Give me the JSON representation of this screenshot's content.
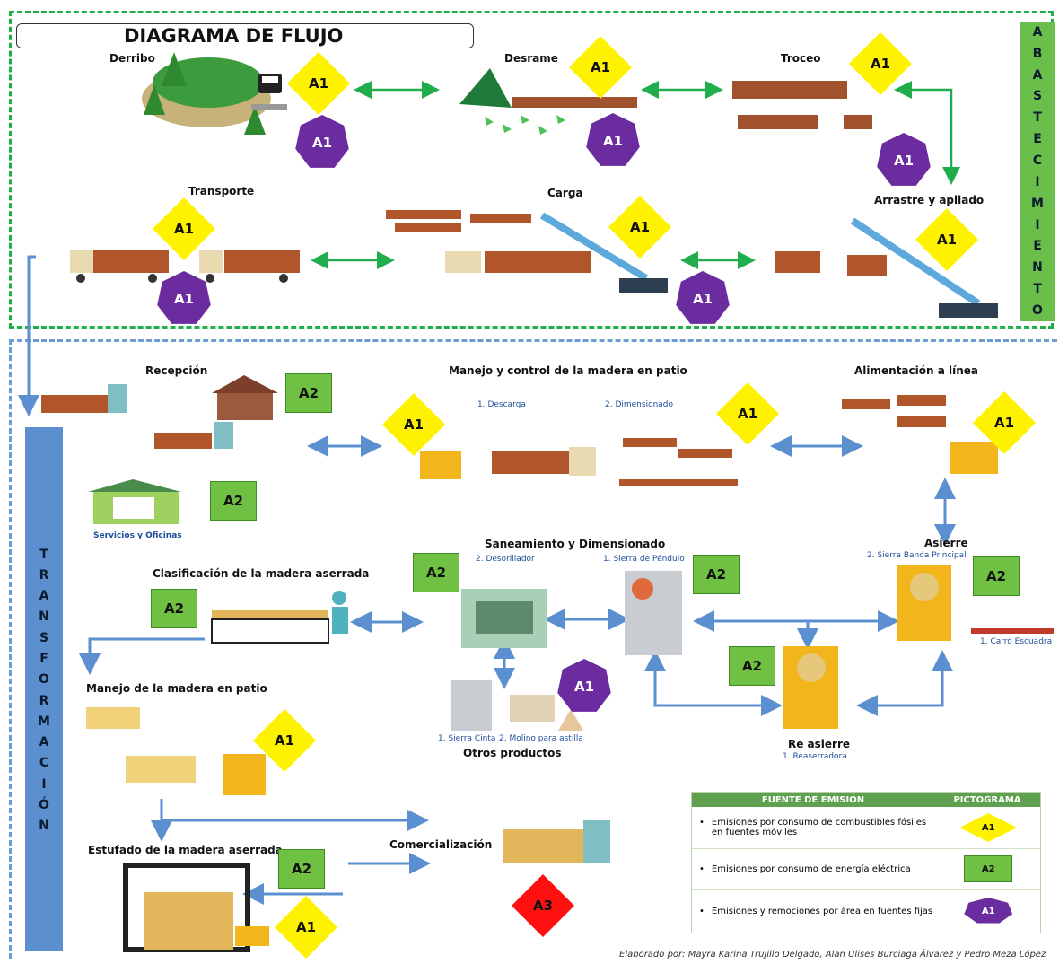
{
  "title": "DIAGRAMA DE FLUJO",
  "sections": {
    "abastecimiento": "ABASTECIMIENTO",
    "transformacion": "TRANSFORMACIÓN"
  },
  "steps": {
    "derribo": "Derribo",
    "desrame": "Desrame",
    "troceo": "Troceo",
    "arrastre": "Arrastre y apilado",
    "carga": "Carga",
    "transporte": "Transporte",
    "recepcion": "Recepción",
    "servicios": "Servicios y Oficinas",
    "manejo_patio": "Manejo y control de la madera en patio",
    "descarga": "1. Descarga",
    "dimensionado": "2. Dimensionado",
    "alimentacion": "Alimentación a línea",
    "asierre": "Asierre",
    "sierra_banda": "2. Sierra Banda Principal",
    "carro_escuadra": "1. Carro Escuadra",
    "saneamiento": "Saneamiento y Dimensionado",
    "desorillador": "2. Desorillador",
    "sierra_pendulo": "1. Sierra de Péndulo",
    "clasificacion": "Clasificación de la madera aserrada",
    "manejo_madera_patio": "Manejo de la madera en patio",
    "sierra_cinta": "1. Sierra Cinta",
    "molino": "2. Molino para astilla",
    "otros_productos": "Otros productos",
    "reasierre": "Re asierre",
    "reaserradora": "1. Reaserradora",
    "estufado": "Estufado de la madera aserrada",
    "comercializacion": "Comercialización"
  },
  "badges": {
    "a1": "A1",
    "a2": "A2",
    "a3": "A3"
  },
  "legend": {
    "header_source": "FUENTE DE EMISIÓN",
    "header_picto": "PICTOGRAMA",
    "rows": [
      {
        "text": "Emisiones por consumo de combustibles fósiles en fuentes móviles",
        "picto": "A1"
      },
      {
        "text": "Emisiones por consumo de energía eléctrica",
        "picto": "A2"
      },
      {
        "text": "Emisiones y remociones por área en fuentes fijas",
        "picto": "A1"
      }
    ]
  },
  "credit": "Elaborado por: Mayra Karina Trujillo Delgado, Alan Ulises Burciaga Álvarez y Pedro Meza López",
  "colors": {
    "a1": "#fff200",
    "a2": "#70c043",
    "a3": "#ff1010",
    "hept": "#6a2c9e",
    "green_border": "#1fae4b",
    "blue_border": "#6d9ccf",
    "side_green": "#6abf4b",
    "side_blue": "#5b8fd0"
  }
}
